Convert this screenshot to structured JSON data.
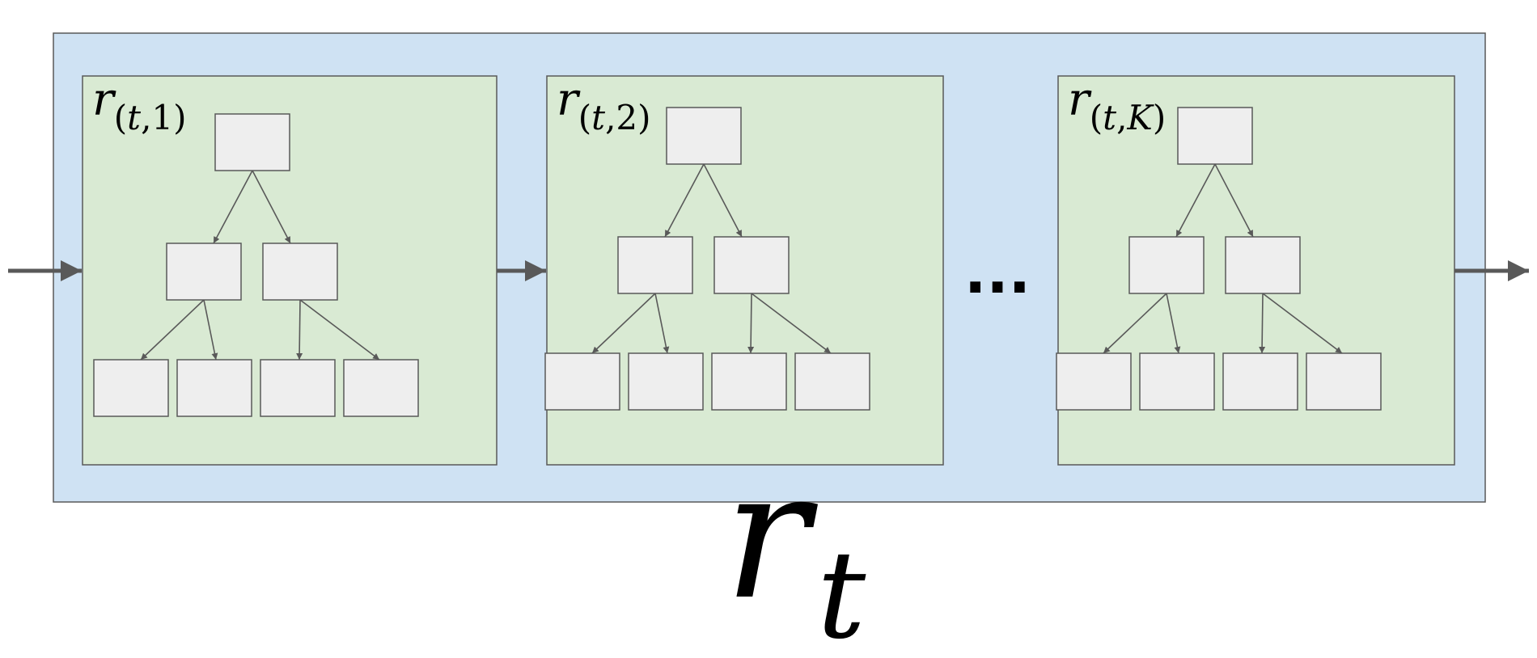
{
  "colors": {
    "outer_fill": "#cfe2f3",
    "panel_fill": "#d9ead3",
    "node_fill": "#eeeeee",
    "stroke": "#595959",
    "arrow": "#595959",
    "ellipsis": "#000000"
  },
  "panels": [
    {
      "symbol": "r",
      "sub_open": "(",
      "sub_var": "t",
      "sub_sep": ",",
      "sub_index": "1",
      "sub_index_italic": false,
      "sub_close": ")"
    },
    {
      "symbol": "r",
      "sub_open": "(",
      "sub_var": "t",
      "sub_sep": ",",
      "sub_index": "2",
      "sub_index_italic": false,
      "sub_close": ")"
    },
    {
      "symbol": "r",
      "sub_open": "(",
      "sub_var": "t",
      "sub_sep": ",",
      "sub_index": "K",
      "sub_index_italic": true,
      "sub_close": ")"
    }
  ],
  "ellipsis": "...",
  "caption": {
    "symbol": "r",
    "subscript": "t"
  }
}
